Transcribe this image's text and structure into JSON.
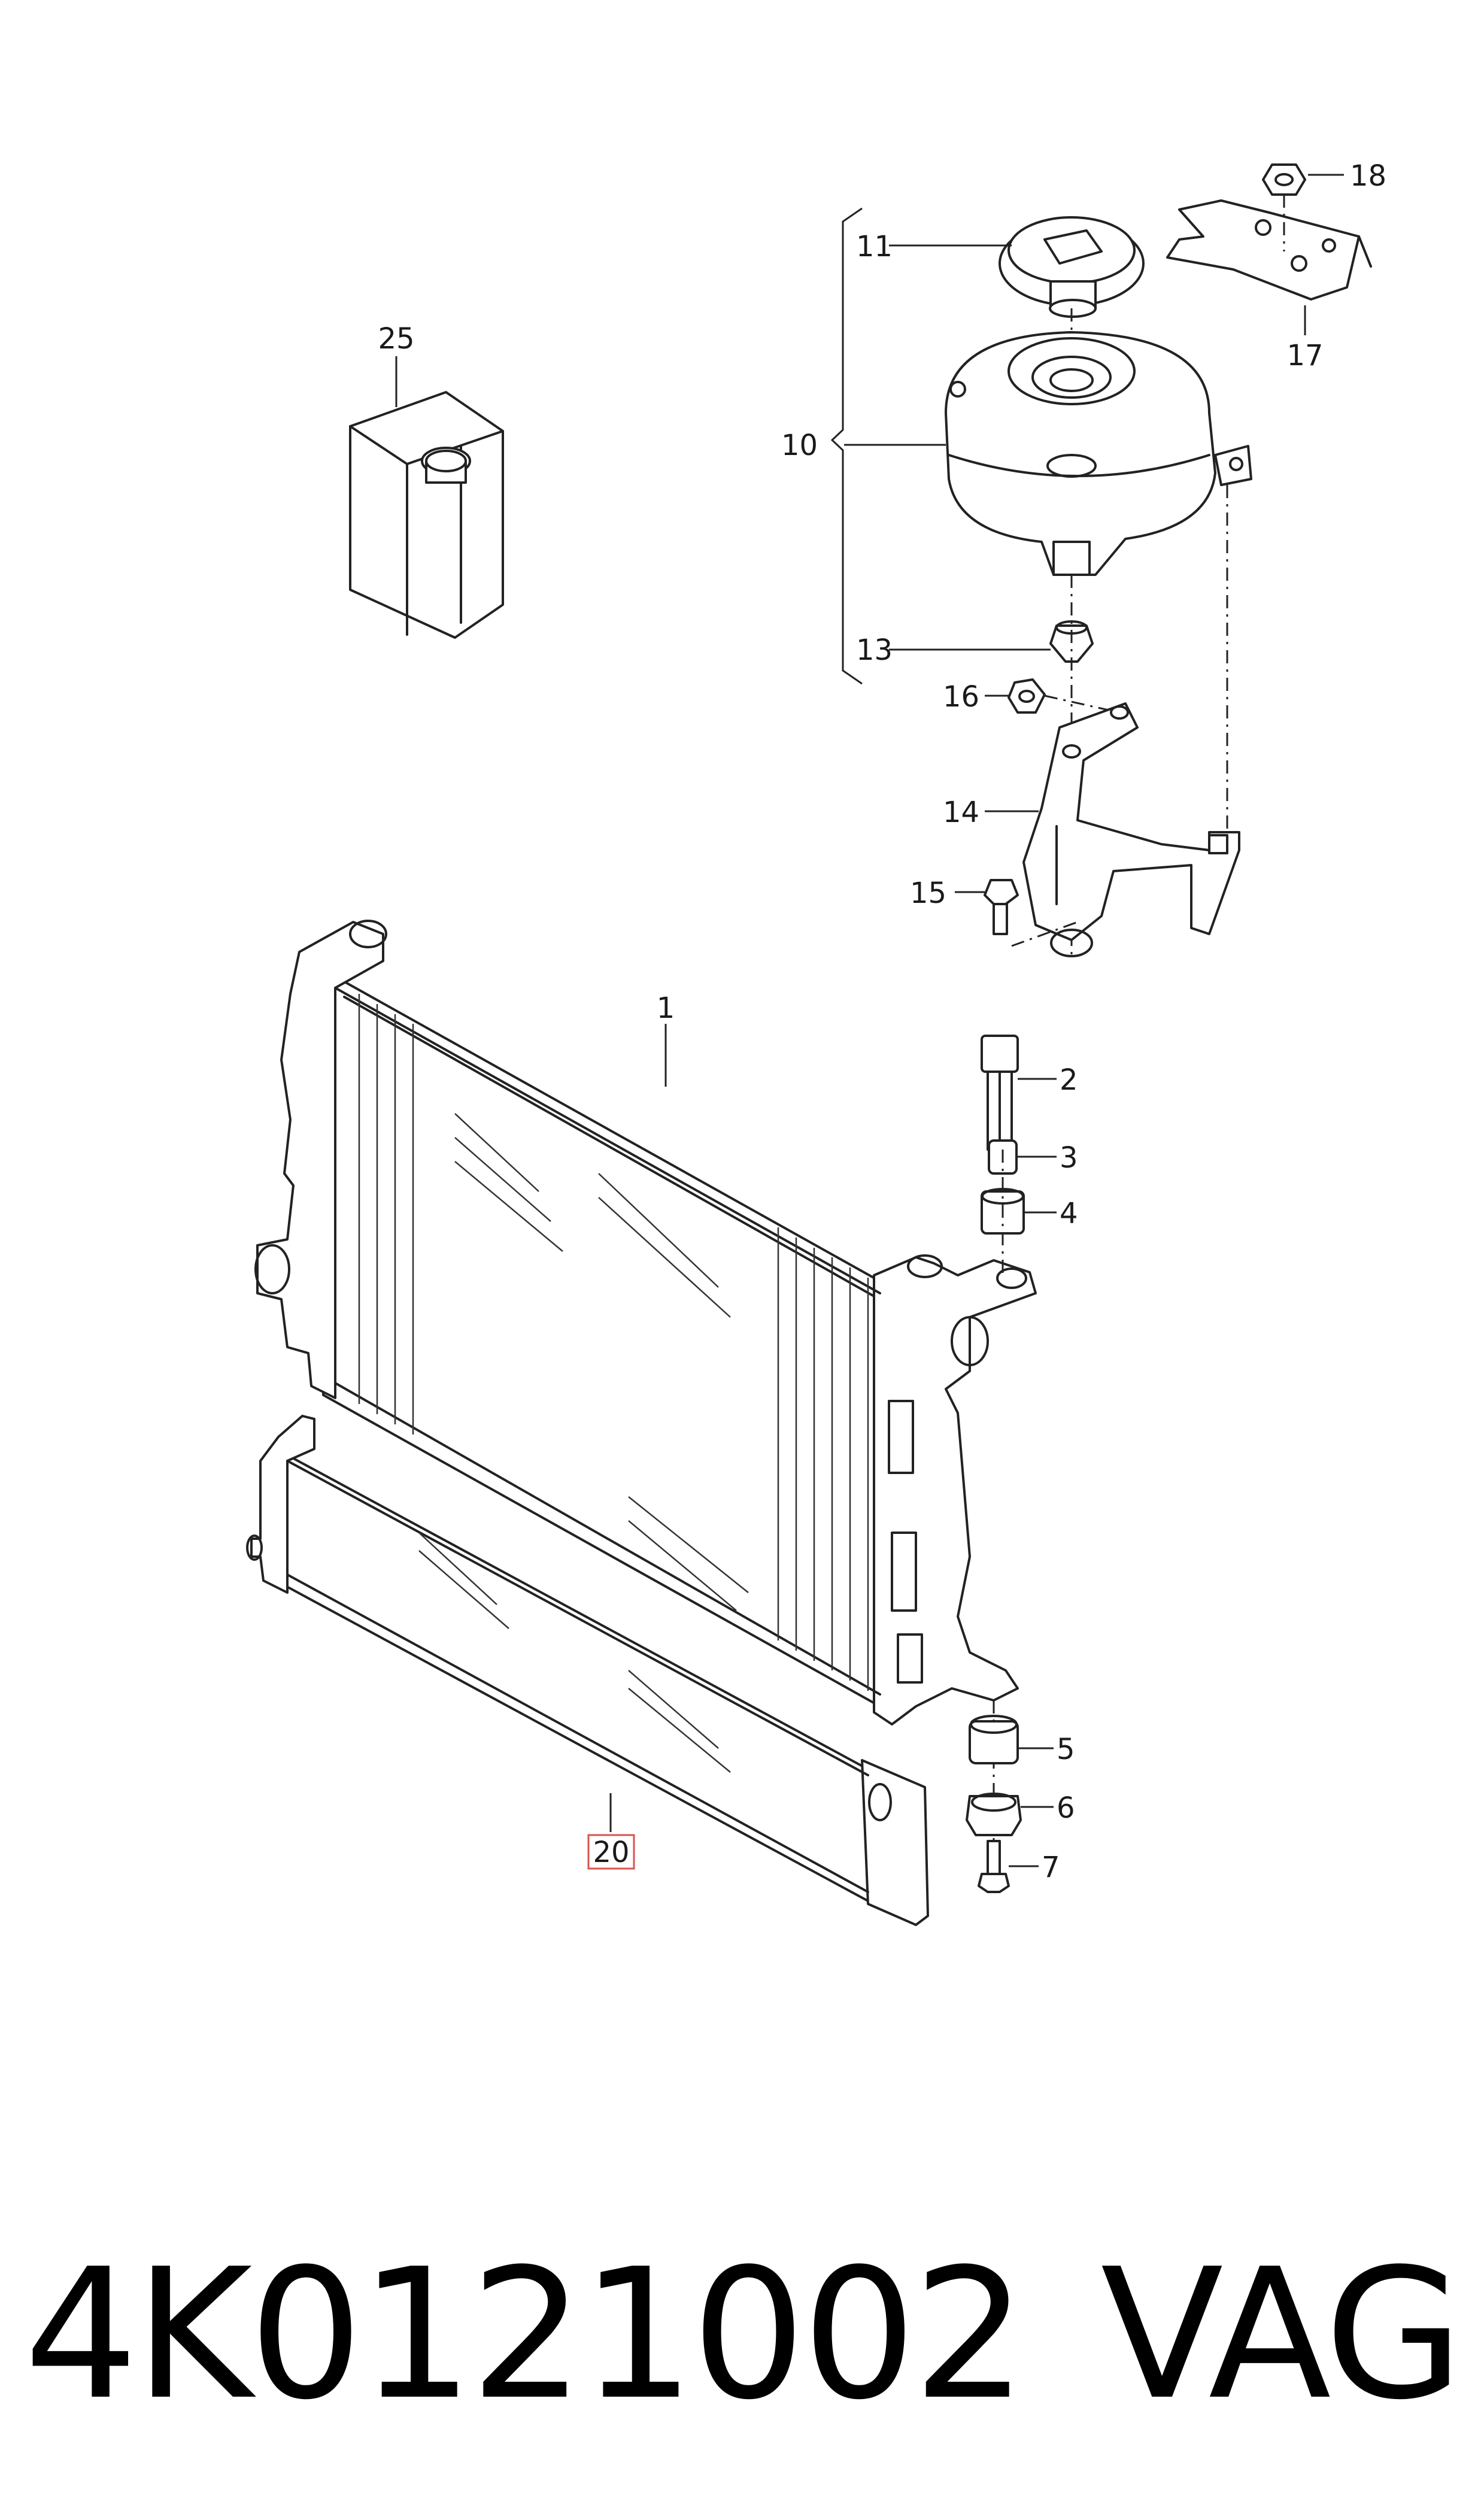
{
  "callouts": {
    "c1": "1",
    "c2": "2",
    "c3": "3",
    "c4": "4",
    "c5": "5",
    "c6": "6",
    "c7": "7",
    "c10": "10",
    "c11": "11",
    "c13": "13",
    "c14": "14",
    "c15": "15",
    "c16": "16",
    "c17": "17",
    "c18": "18",
    "c20": "20",
    "c25": "25"
  },
  "highlighted_callout": "20",
  "highlight_color": "#d9534f",
  "footer": {
    "part_number": "4K0121002",
    "brand": "VAG"
  }
}
